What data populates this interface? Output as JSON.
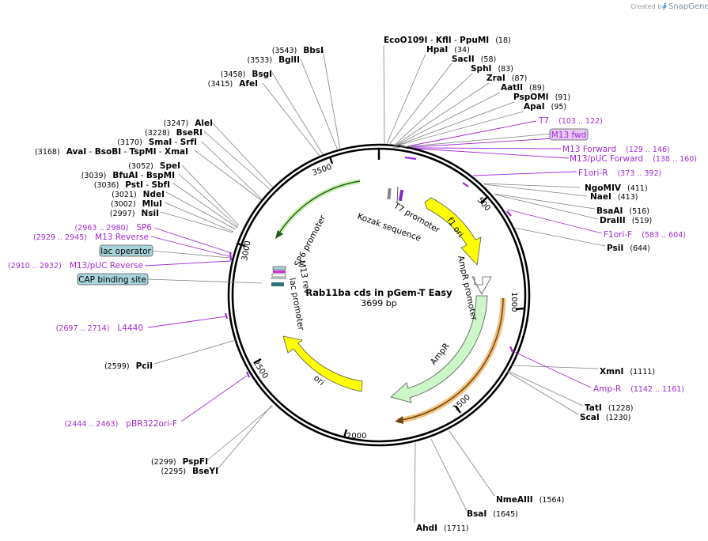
{
  "app": {
    "credit_prefix": "Created by",
    "credit_brand": "SnapGene"
  },
  "map": {
    "title": "Rab11ba cds in pGem-T Easy",
    "length": "3699 bp"
  },
  "ticks": [
    "500",
    "1000",
    "1500",
    "2000",
    "2500",
    "3000",
    "3500"
  ],
  "enzymes": [
    {
      "name": "EcoO109I",
      "extra": [
        "KflI",
        "PpuMI"
      ],
      "pos": "(18)"
    },
    {
      "name": "HpaI",
      "pos": "(34)"
    },
    {
      "name": "SacII",
      "pos": "(58)"
    },
    {
      "name": "SphI",
      "pos": "(83)"
    },
    {
      "name": "ZraI",
      "pos": "(87)"
    },
    {
      "name": "AatII",
      "pos": "(89)"
    },
    {
      "name": "PspOMI",
      "pos": "(91)"
    },
    {
      "name": "ApaI",
      "pos": "(95)"
    },
    {
      "name": "NgoMIV",
      "pos": "(411)"
    },
    {
      "name": "NaeI",
      "pos": "(413)"
    },
    {
      "name": "BsaAI",
      "pos": "(516)"
    },
    {
      "name": "DraIII",
      "pos": "(519)"
    },
    {
      "name": "PsiI",
      "pos": "(644)"
    },
    {
      "name": "XmnI",
      "pos": "(1111)"
    },
    {
      "name": "TatI",
      "pos": "(1228)"
    },
    {
      "name": "ScaI",
      "pos": "(1230)"
    },
    {
      "name": "NmeAIII",
      "pos": "(1564)"
    },
    {
      "name": "BsaI",
      "pos": "(1645)"
    },
    {
      "name": "AhdI",
      "pos": "(1711)"
    },
    {
      "name": "PspFI",
      "pos": "(2299)"
    },
    {
      "name": "BseYI",
      "pos": "(2295)"
    },
    {
      "name": "PciI",
      "pos": "(2599)"
    },
    {
      "name": "NsiI",
      "pos": "(2997)"
    },
    {
      "name": "MluI",
      "pos": "(3002)"
    },
    {
      "name": "NdeI",
      "pos": "(3021)"
    },
    {
      "name": "PstI",
      "extra": [
        "SbfI"
      ],
      "pos": "(3036)"
    },
    {
      "name": "BfuAI",
      "extra": [
        "BspMI"
      ],
      "pos": "(3039)"
    },
    {
      "name": "SpeI",
      "pos": "(3052)"
    },
    {
      "name": "AvaI",
      "extra": [
        "BsoBI",
        "TspMI",
        "XmaI"
      ],
      "pos": "(3168)"
    },
    {
      "name": "SmaI",
      "extra": [
        "SrfI"
      ],
      "pos": "(3170)"
    },
    {
      "name": "BseRI",
      "pos": "(3228)"
    },
    {
      "name": "AleI",
      "pos": "(3247)"
    },
    {
      "name": "AfeI",
      "pos": "(3415)"
    },
    {
      "name": "BsgI",
      "pos": "(3458)"
    },
    {
      "name": "BglII",
      "pos": "(3533)"
    },
    {
      "name": "BbsI",
      "pos": "(3543)"
    }
  ],
  "primers": [
    {
      "name": "T7",
      "pos": "(103 .. 122)"
    },
    {
      "name": "M13 fwd",
      "boxed": true
    },
    {
      "name": "M13 Forward",
      "pos": "(129 .. 146)"
    },
    {
      "name": "M13/pUC Forward",
      "pos": "(138 .. 160)"
    },
    {
      "name": "F1ori-R",
      "pos": "(373 .. 392)"
    },
    {
      "name": "F1ori-F",
      "pos": "(583 .. 604)"
    },
    {
      "name": "Amp-R",
      "pos": "(1142 .. 1161)"
    },
    {
      "name": "pBR322ori-F",
      "pos": "(2444 .. 2463)"
    },
    {
      "name": "L4440",
      "pos": "(2697 .. 2714)"
    },
    {
      "name": "M13/pUC Reverse",
      "pos": "(2910 .. 2932)"
    },
    {
      "name": "M13 Reverse",
      "pos": "(2929 .. 2945)"
    },
    {
      "name": "SP6",
      "pos": "(2963 .. 2980)"
    }
  ],
  "boxed_features": [
    {
      "name": "lac operator"
    },
    {
      "name": "CAP binding site"
    }
  ],
  "features": [
    {
      "name": "f1 ori"
    },
    {
      "name": "AmpR promoter"
    },
    {
      "name": "AmpR"
    },
    {
      "name": "ori"
    },
    {
      "name": "lac promoter"
    },
    {
      "name": "M13 rev"
    },
    {
      "name": "SP6 promoter"
    },
    {
      "name": "Kozak sequence"
    },
    {
      "name": "T7 promoter"
    }
  ],
  "colors": {
    "feature_yellow": "#ffff00",
    "ampr_green": "#ccf5c8",
    "sp6_green": "#c8f0b0",
    "primer_purple": "#a02bd6",
    "feature_box_blue": "#a8d4dc",
    "orange_glow": "#f2a64a"
  }
}
